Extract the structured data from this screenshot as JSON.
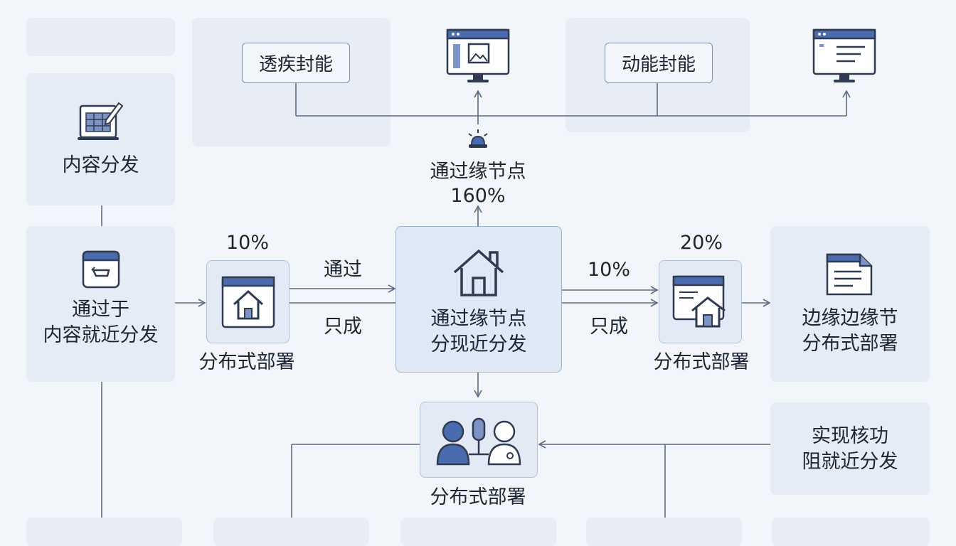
{
  "top": {
    "box_left": "透疾封能",
    "box_right": "动能封能",
    "node_label": "通过缘节点",
    "node_pct": "160%"
  },
  "left": {
    "content_distribution": "内容分发",
    "nearby_line1": "通过于",
    "nearby_line2": "内容就近分发"
  },
  "middle": {
    "left_pct": "10%",
    "left_caption": "分布式部署",
    "arrow_upper": "通过",
    "arrow_lower": "只成",
    "center_line1": "通过缘节点",
    "center_line2": "分现近分发",
    "right_arrow_pct": "10%",
    "right_arrow_lower": "只成",
    "right_pct": "20%",
    "right_caption": "分布式部署",
    "edge_line1": "边缘边缘节",
    "edge_line2": "分布式部署"
  },
  "bottom": {
    "users_caption": "分布式部署",
    "core_line1": "实现核功",
    "core_line2": "阻就近分发"
  },
  "icons": [
    "monitor-image-icon",
    "monitor-text-icon",
    "spreadsheet-edit-icon",
    "browser-card-icon",
    "house-browser-icon",
    "house-icon",
    "browser-house-icon",
    "document-icon",
    "users-icon",
    "signal-icon"
  ],
  "colors": {
    "accent": "#4a6cae",
    "line": "#5c6b82",
    "panel": "#e8edf5"
  }
}
